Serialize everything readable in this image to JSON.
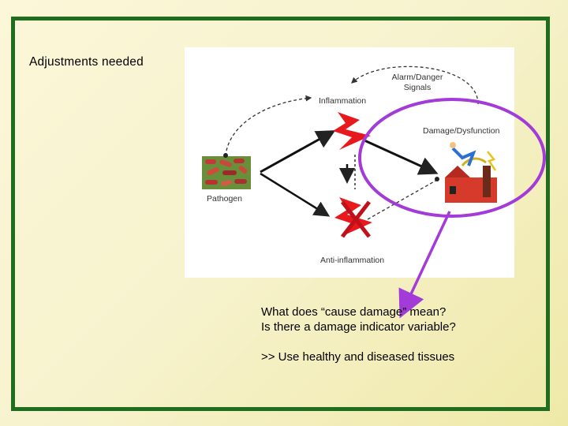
{
  "slide": {
    "title": "Adjustments needed",
    "notes": [
      "What does “cause damage” mean?",
      "Is there a damage indicator variable?",
      "",
      ">> Use healthy and diseased tissues"
    ]
  },
  "diagram": {
    "alarm_signals": "Alarm/Danger",
    "alarm_signals_2": "Signals",
    "inflammation": "Inflammation",
    "damage": "Damage/Dysfunction",
    "pathogen": "Pathogen",
    "anti_inflammation": "Anti-inflammation"
  },
  "colors": {
    "frame": "#1f6d1f",
    "highlight": "#a23bd8",
    "lightning": "#e8191c"
  }
}
